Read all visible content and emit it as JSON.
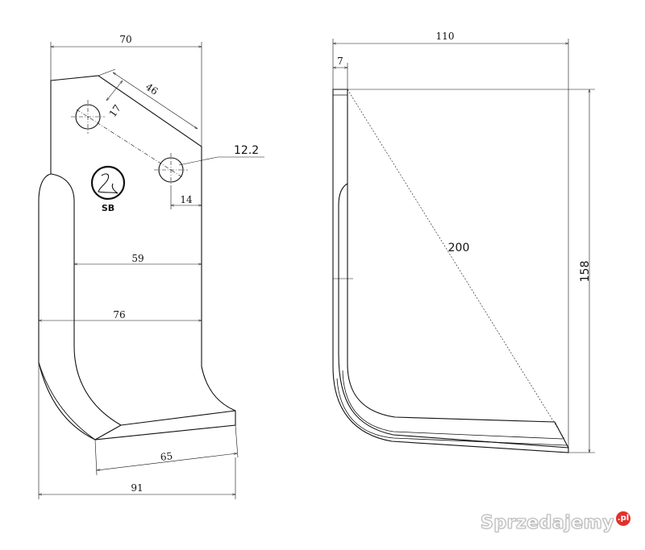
{
  "front_view": {
    "dims": {
      "width_top": "70",
      "hole_spacing": "46",
      "offset_17": "17",
      "hole_diameter": "12.2",
      "edge_14": "14",
      "shank_width": "59",
      "overall_76": "76",
      "blade_65": "65",
      "total_width": "91"
    },
    "logo_label": "SB"
  },
  "side_view": {
    "dims": {
      "total_width": "110",
      "thickness": "7",
      "diagonal": "200",
      "height": "158"
    }
  },
  "watermark": {
    "text": "Sprzedajemy",
    "badge": ".pl"
  },
  "colors": {
    "line": "#111111",
    "watermark_badge": "#e0312b"
  }
}
